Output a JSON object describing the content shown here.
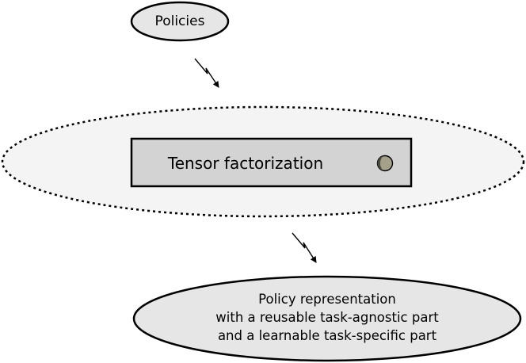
{
  "nodes": {
    "policies": {
      "label": "Policies"
    },
    "tensor_factorization": {
      "label": "Tensor factorization",
      "icon": "half-moon-icon"
    },
    "policy_representation": {
      "lines": [
        "Policy representation",
        "with a reusable task-agnostic part",
        "and a learnable task-specific part"
      ]
    }
  },
  "edges": [
    {
      "from": "policies",
      "to": "tensor_factorization",
      "style": "lightning-arrow"
    },
    {
      "from": "tensor_factorization",
      "to": "policy_representation",
      "style": "lightning-arrow"
    }
  ],
  "colors": {
    "node_fill": "#e6e6e6",
    "box_fill": "#d3d3d3",
    "dotted_region_fill": "#f4f4f4",
    "stroke": "#000000",
    "icon_fill": "#a5a08a"
  }
}
